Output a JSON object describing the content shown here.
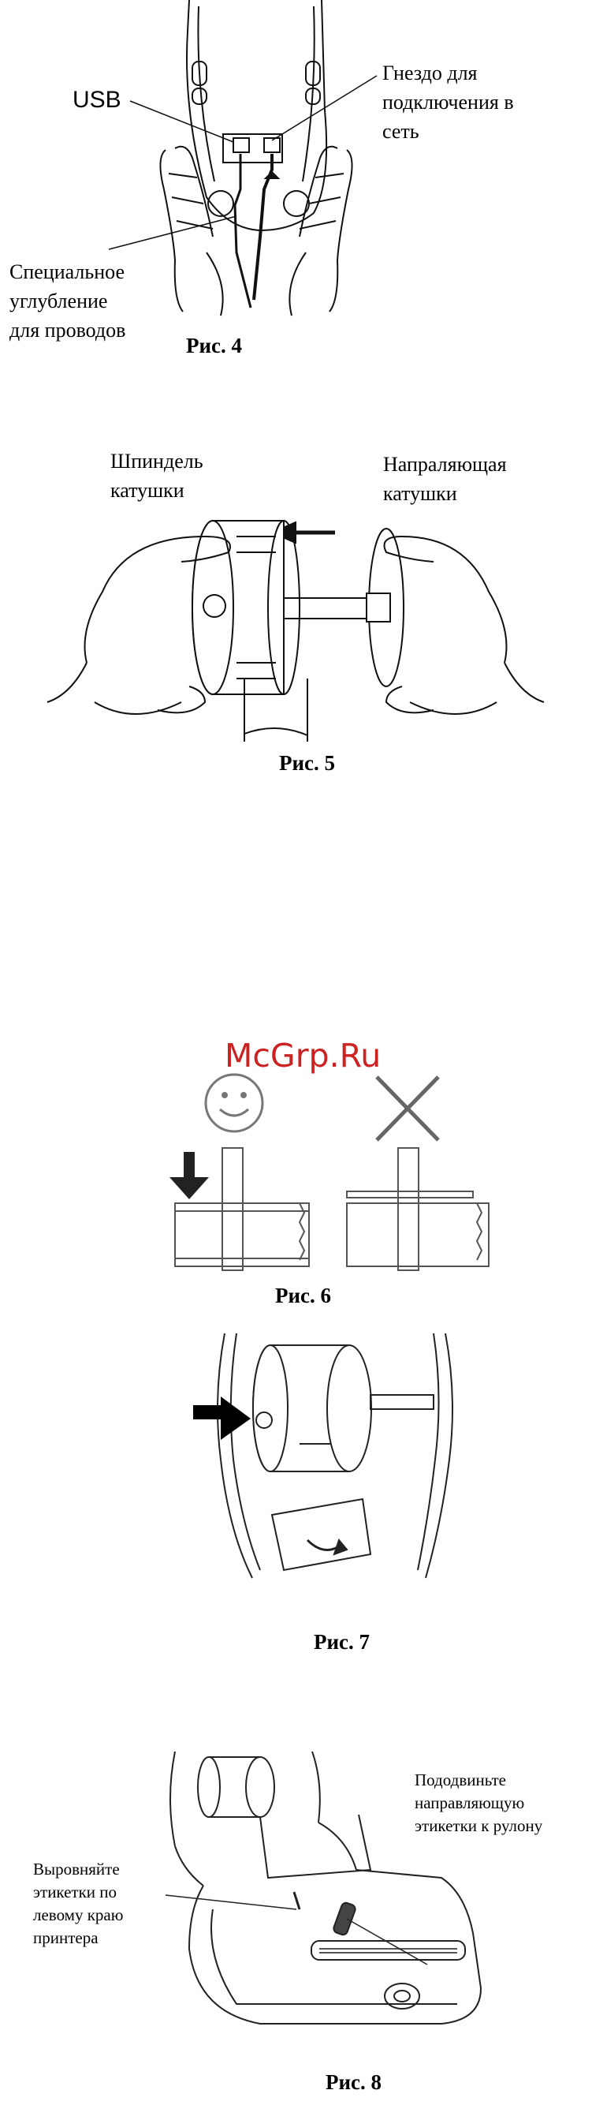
{
  "figure4": {
    "usb_label": "USB",
    "socket_lines": [
      "Гнездо для",
      "подключения в",
      "сеть"
    ],
    "groove_lines": [
      "Специальное",
      "углубление",
      "для проводов"
    ],
    "caption": "Рис. 4"
  },
  "figure5": {
    "spindle_lines": [
      "Шпиндель",
      "катушки"
    ],
    "guide_lines": [
      "Напраляющая",
      "катушки"
    ],
    "caption": "Рис. 5"
  },
  "watermark": "McGrp.Ru",
  "figure6": {
    "caption": "Рис. 6"
  },
  "figure7": {
    "caption": "Рис. 7"
  },
  "figure8": {
    "left_lines": [
      "Выровняйте",
      "этикетки по",
      "левому краю",
      "принтера"
    ],
    "right_lines": [
      "Пододвиньте",
      "направляющую",
      "этикетки к рулону"
    ],
    "caption": "Рис. 8"
  }
}
